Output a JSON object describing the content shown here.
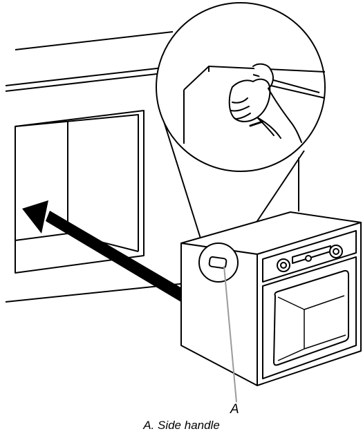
{
  "figure": {
    "callout_letter": "A",
    "caption": "A. Side handle"
  },
  "colors": {
    "line": "#000000",
    "leader_line": "#9a9a9a",
    "background": "#ffffff"
  },
  "icons": [
    "install-direction-arrow",
    "hand-gripping-handle",
    "built-in-oven"
  ]
}
